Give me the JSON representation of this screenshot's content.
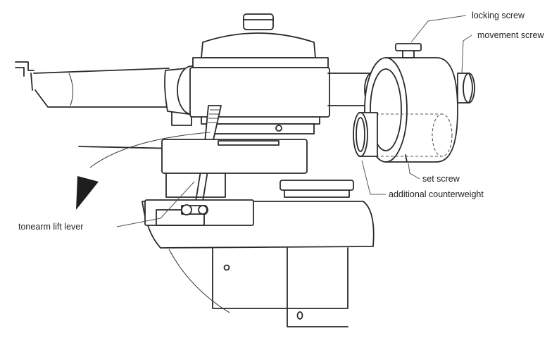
{
  "labels": {
    "locking_screw": "locking screw",
    "movement_screw": "movement screw",
    "set_screw": "set screw",
    "additional_counterweight": "additional counterweight",
    "tonearm_lift_lever": "tonearm lift lever"
  }
}
